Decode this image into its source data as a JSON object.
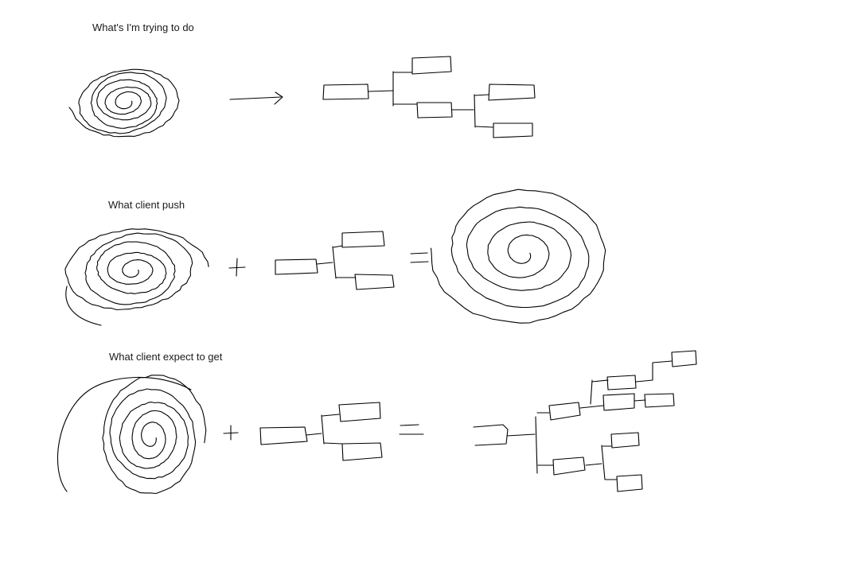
{
  "captions": {
    "row1": "What's I'm trying to do",
    "row2": "What client push",
    "row3": "What client expect to get"
  },
  "operators": {
    "row1_arrow": "→",
    "row2_plus": "+",
    "row2_equals": "=",
    "row3_plus": "+",
    "row3_equals": "="
  },
  "colors": {
    "ink": "#000000",
    "background": "#ffffff",
    "text": "#1a1a1a"
  }
}
